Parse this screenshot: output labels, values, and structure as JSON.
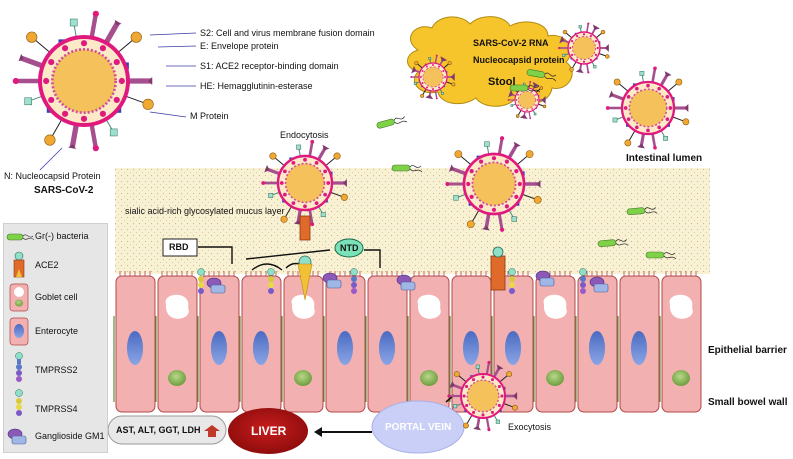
{
  "virus_labels": {
    "s2": "S2: Cell and virus membrane fusion domain",
    "e": "E: Envelope protein",
    "s1": "S1: ACE2 receptor-binding domain",
    "he": "HE: Hemagglutinin-esterase",
    "m": "M Protein",
    "n": "N: Nucleocapsid Protein",
    "name": "SARS-CoV-2"
  },
  "stool": {
    "rna": "SARS-CoV-2 RNA",
    "nucleocapsid": "Nucleocapsid protein",
    "title": "Stool"
  },
  "labels": {
    "endocytosis": "Endocytosis",
    "intestinal_lumen": "Intestinal lumen",
    "mucus_layer": "sialic acid-rich glycosylated mucus layer",
    "rbd": "RBD",
    "ntd": "NTD",
    "epithelial_barrier": "Epithelial barrier",
    "small_bowel_wall": "Small bowel wall",
    "exocytosis": "Exocytosis",
    "portal_vein": "PORTAL VEIN",
    "liver": "LIVER",
    "enzymes": "AST, ALT, GGT, LDH"
  },
  "legend": [
    {
      "label": "Gr(-) bacteria",
      "icon": "bacteria-icon"
    },
    {
      "label": "ACE2",
      "icon": "ace2-receptor-icon"
    },
    {
      "label": "Goblet cell",
      "icon": "goblet-cell-icon"
    },
    {
      "label": "Enterocyte",
      "icon": "enterocyte-icon"
    },
    {
      "label": "TMPRSS2",
      "icon": "tmprss2-icon"
    },
    {
      "label": "TMPRSS4",
      "icon": "tmprss4-icon"
    },
    {
      "label": "Ganglioside GM1",
      "icon": "ganglioside-gm1-icon"
    }
  ],
  "colors": {
    "mucus": "#f7edc9",
    "cell_fill": "#f3b0b0",
    "cell_stroke": "#b04848",
    "nucleus": "#5a78c8",
    "virus_core": "#f5c15a",
    "virus_ring": "#e0197f",
    "spike": "#a64f8e",
    "liver": "#b11212",
    "portal_vein": "#c9cff6",
    "stool": "#f6c42b",
    "ace2": "#e06a2a",
    "bacteria": "#7fd14a"
  }
}
